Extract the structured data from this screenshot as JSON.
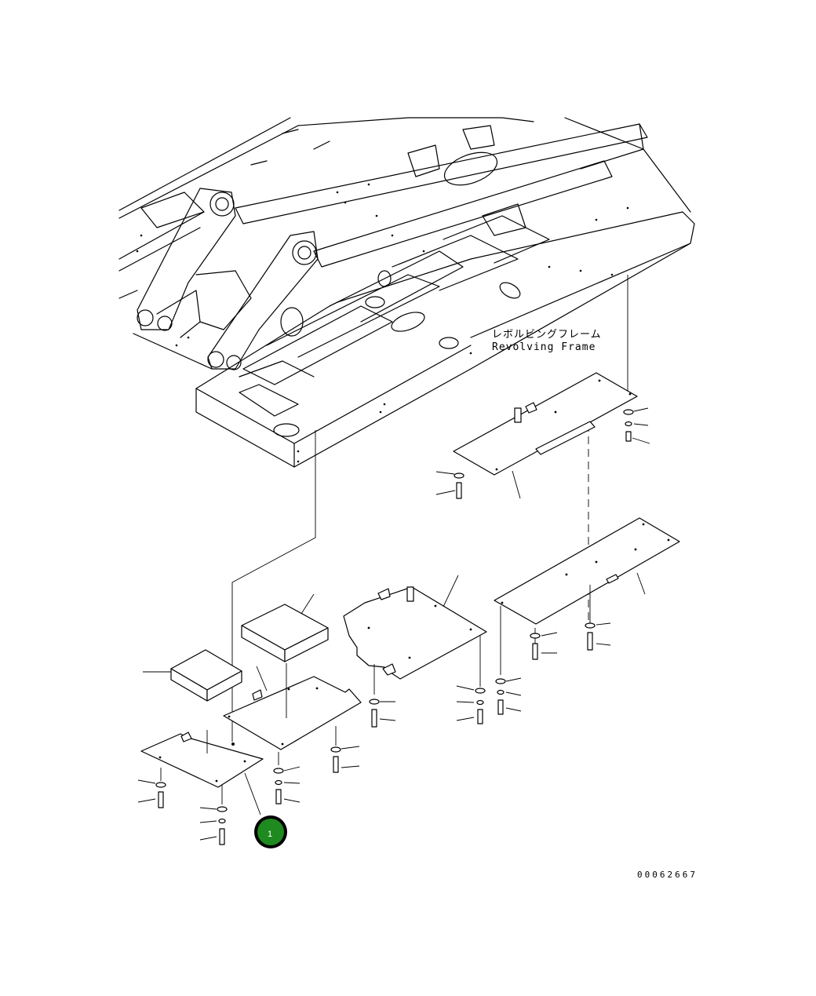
{
  "frame_label": {
    "japanese": "レボルビングフレーム",
    "english": "Revolving Frame"
  },
  "callout": {
    "number": "1",
    "color": "#1f8a1f"
  },
  "drawing_code": "00062667",
  "colors": {
    "line": "#000000",
    "background": "#ffffff"
  }
}
